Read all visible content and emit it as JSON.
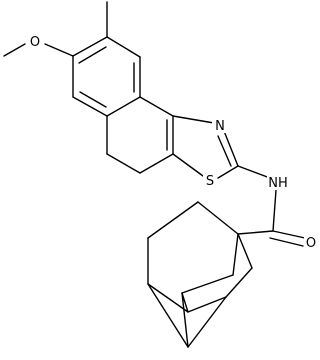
{
  "molecule": {
    "atom_labels": {
      "methoxy_oxygen": "O",
      "thiazole_nitrogen": "N",
      "thiazole_sulfur": "S",
      "amide_nitrogen": "NH",
      "carbonyl_oxygen": "O"
    }
  },
  "colors": {
    "bond": "#000000",
    "text": "#000000",
    "background": "#ffffff"
  }
}
